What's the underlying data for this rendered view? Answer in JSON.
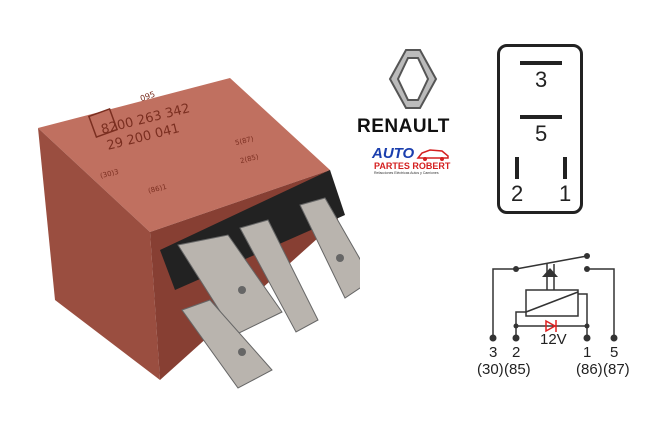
{
  "relay": {
    "part_number_1": "8200 263 342",
    "part_number_2": "29 200 041",
    "badge": "095",
    "pin_labels": [
      "(30)3",
      "5(87)",
      "2(85)",
      "(86)1"
    ]
  },
  "brand": {
    "name": "RENAULT"
  },
  "shop_logo": {
    "line1": "AUTO",
    "line2": "PARTES ROBERT",
    "tagline": "Refacciones Eléctricas Autos y Camiones"
  },
  "pinout": {
    "pins": [
      "3",
      "5",
      "2",
      "1"
    ]
  },
  "circuit": {
    "voltage": "12V",
    "terminals": [
      {
        "num": "3",
        "code": "(30)"
      },
      {
        "num": "2",
        "code": "(85)"
      },
      {
        "num": "1",
        "code": "(86)"
      },
      {
        "num": "5",
        "code": "(87)"
      }
    ],
    "diode_color": "#e02020"
  }
}
